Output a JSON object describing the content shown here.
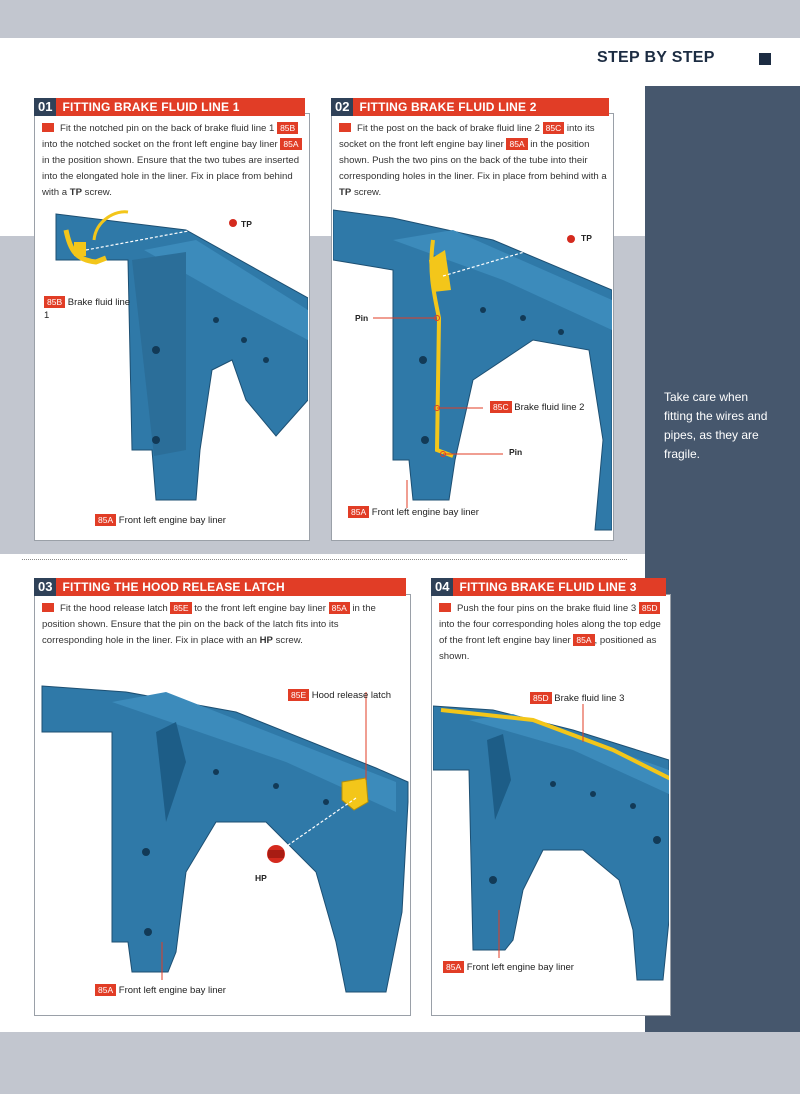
{
  "header": {
    "title": "STEP BY STEP"
  },
  "side_note": "Take care when fitting the wires and pipes, as they are fragile.",
  "steps": [
    {
      "number": "01",
      "title": "FITTING BRAKE FLUID LINE 1",
      "text": {
        "a": "Fit the notched pin on the back of brake fluid line 1",
        "tag1": "85B",
        "b": "into the notched socket on the front left engine bay liner",
        "tag2": "85A",
        "c": "in the position shown. Ensure that the two tubes are inserted into the elongated hole in the liner. Fix in place from behind with a",
        "bold": "TP",
        "d": "screw."
      },
      "callouts": {
        "tp": "TP",
        "part_tag": "85B",
        "part_label": "Brake fluid line 1",
        "liner_tag": "85A",
        "liner_label": "Front left engine bay liner"
      }
    },
    {
      "number": "02",
      "title": "FITTING BRAKE FLUID LINE 2",
      "text": {
        "a": "Fit the post on the back of brake fluid line 2",
        "tag1": "85C",
        "b": "into its socket on the front left engine bay liner",
        "tag2": "85A",
        "c": "in the position shown. Push the two pins on the back of the tube into their corresponding holes in the liner. Fix in place from behind with a",
        "bold": "TP",
        "d": "screw."
      },
      "callouts": {
        "tp": "TP",
        "pin_top": "Pin",
        "part_tag": "85C",
        "part_label": "Brake fluid line 2",
        "pin_bottom": "Pin",
        "liner_tag": "85A",
        "liner_label": "Front left engine bay liner"
      }
    },
    {
      "number": "03",
      "title": "FITTING THE HOOD RELEASE LATCH",
      "text": {
        "a": "Fit the hood release latch",
        "tag1": "85E",
        "b": "to the front left engine bay liner",
        "tag2": "85A",
        "c": "in the position shown. Ensure that the pin on the back of the latch fits into its corresponding hole in the liner. Fix in place with an",
        "bold": "HP",
        "d": "screw."
      },
      "callouts": {
        "part_tag": "85E",
        "part_label": "Hood release latch",
        "hp": "HP",
        "liner_tag": "85A",
        "liner_label": "Front left engine bay liner"
      }
    },
    {
      "number": "04",
      "title": "FITTING BRAKE FLUID LINE 3",
      "text": {
        "a": "Push the four pins on the brake fluid line 3",
        "tag1": "85D",
        "b": "into the four corresponding holes along the top edge of the front left engine bay liner",
        "tag2": "85A",
        "c": ", positioned as shown."
      },
      "callouts": {
        "part_tag": "85D",
        "part_label": "Brake fluid line 3",
        "liner_tag": "85A",
        "liner_label": "Front left engine bay liner"
      }
    }
  ],
  "colors": {
    "accent_red": "#e13d26",
    "navy": "#2f4158",
    "side_column": "#46576d",
    "band_grey": "#c2c6cf",
    "part_blue": "#2f79a8",
    "part_yellow": "#f3c61a"
  }
}
